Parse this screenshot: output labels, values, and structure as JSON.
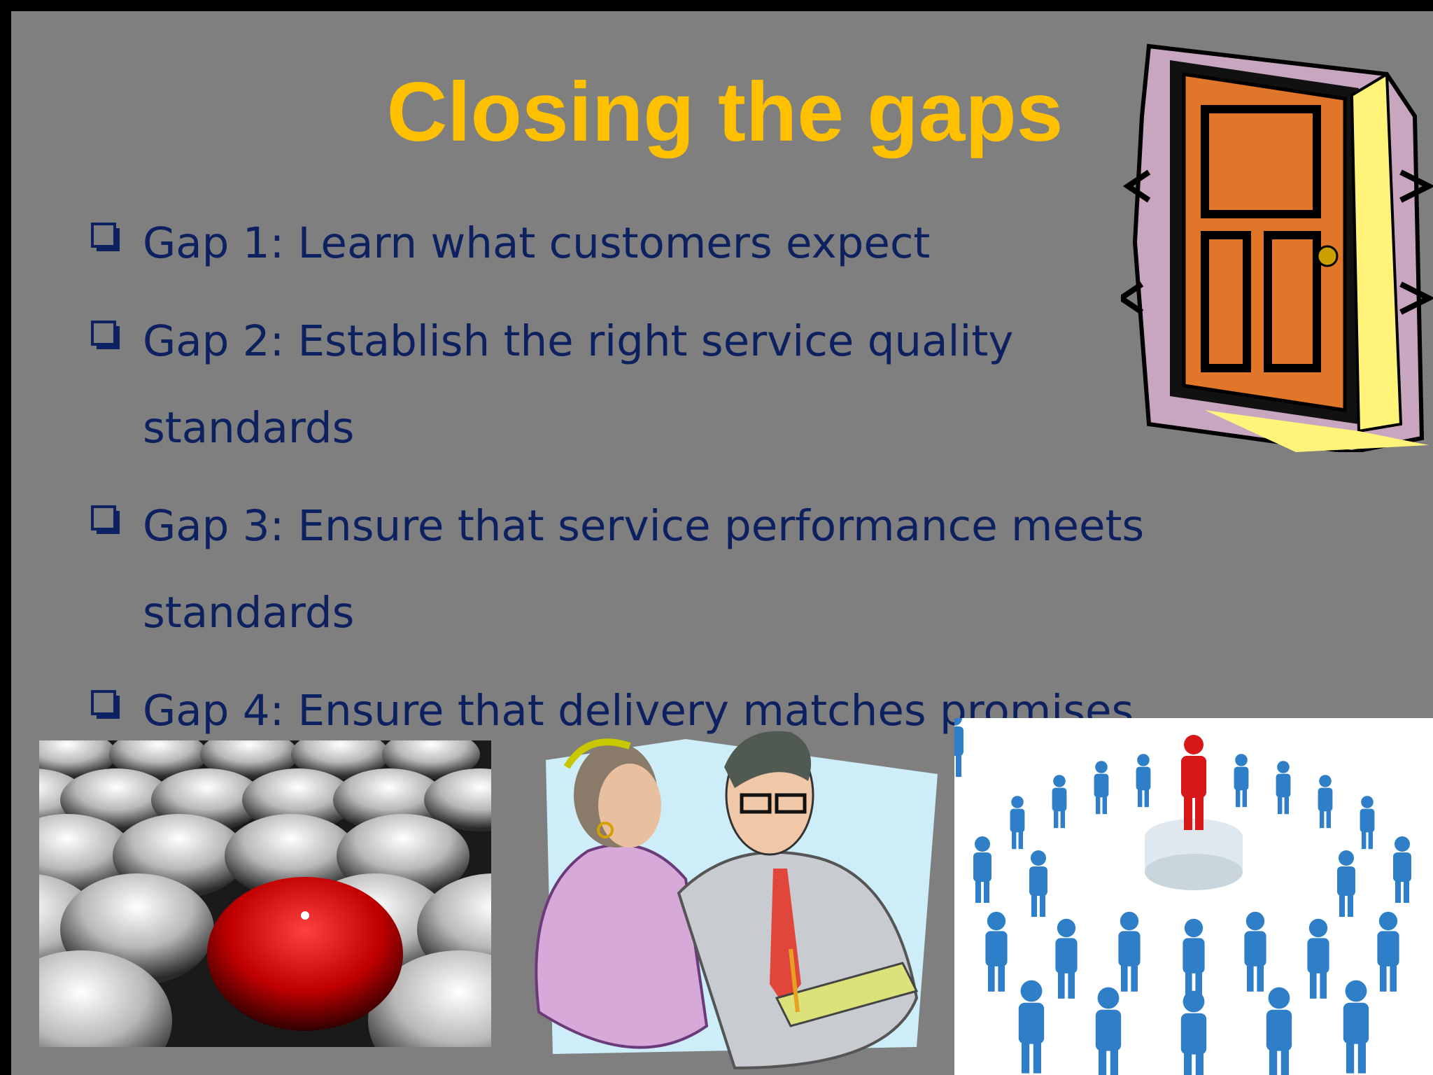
{
  "slide": {
    "title": "Closing the gaps",
    "bullets": [
      {
        "text": "Gap 1: Learn what customers expect"
      },
      {
        "text": "Gap 2: Establish the right service quality standards"
      },
      {
        "text": "Gap 3: Ensure that service performance meets standards"
      },
      {
        "text": "Gap 4:  Ensure that delivery matches promises"
      }
    ]
  },
  "colors": {
    "background": "#7f7f7f",
    "title": "#ffc000",
    "bullet_text": "#0d2060"
  },
  "icons": {
    "bullet": "checkbox-icon",
    "door": "open-door-clipart",
    "balls": "red-ball-among-white-balls-image",
    "people": "two-people-reviewing-document-clipart",
    "crowd": "leader-in-crowd-circle-image"
  }
}
